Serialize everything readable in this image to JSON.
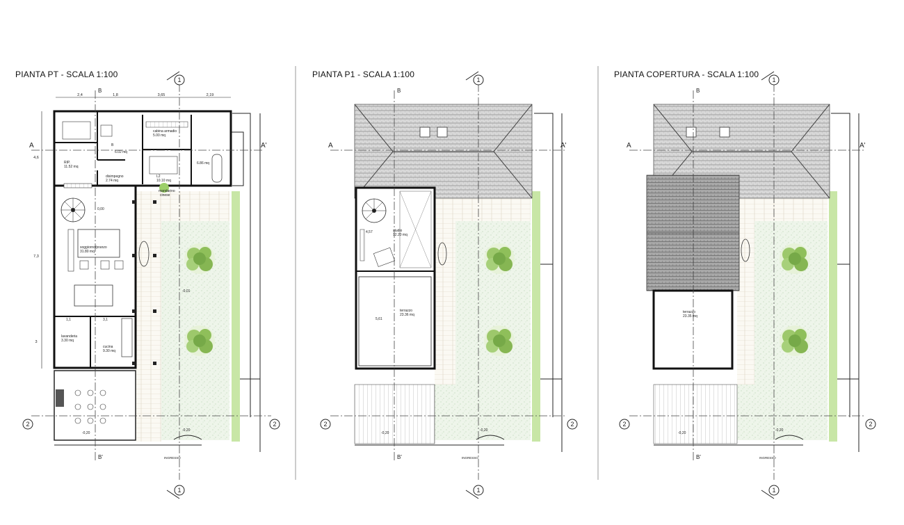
{
  "panels": [
    {
      "title": "PIANTA PT  -  SCALA 1:100",
      "dims_top": [
        "2,4",
        "1,8",
        "3,65",
        "2,19"
      ],
      "dims_left": [
        "4,6",
        "7,3",
        "3"
      ],
      "rooms": [
        {
          "name": "RIP.",
          "area": "11.52 mq"
        },
        {
          "name": "disimpegno",
          "area": "2.74 mq"
        },
        {
          "name": "cabina armadio",
          "area": "5.00 mq"
        },
        {
          "name": "L2",
          "area": "10.10 mq"
        },
        {
          "name": "B",
          "area": "6.02 mq"
        },
        {
          "name": "",
          "area": "6.86 mq"
        },
        {
          "name": "soggiorno/pranzo",
          "area": "31.80 mq"
        },
        {
          "name": "lavanderia",
          "area": "3.30 mq"
        },
        {
          "name": "cucina",
          "area": "9.30 mq"
        },
        {
          "name": "mandarino",
          "area": "cinese"
        }
      ],
      "marks": [
        "1,1",
        "3,1",
        "0,00",
        "-0,01",
        "-0,20",
        "-0,20"
      ],
      "entry": "INGRESSO"
    },
    {
      "title": "PIANTA P1  -  SCALA 1:100",
      "rooms": [
        {
          "name": "studio",
          "area": "12.20 mq"
        },
        {
          "name": "terrazzo",
          "area": "23.36 mq"
        }
      ],
      "marks": [
        "4,57",
        "5,61",
        "-0,20",
        "-0,20"
      ],
      "entry": "INGRESSO"
    },
    {
      "title": "PIANTA COPERTURA  -  SCALA 1:100",
      "rooms": [
        {
          "name": "terrazzo",
          "area": "23.35 mq"
        }
      ],
      "marks": [
        "-0,20",
        "-0,20"
      ],
      "entry": "INGRESSO"
    }
  ],
  "section_marks": {
    "a": "A",
    "a_prime": "A'",
    "b": "B",
    "b_prime": "B'",
    "one": "1",
    "two": "2"
  },
  "colors": {
    "line": "#222222",
    "dash": "#444444",
    "roof": "#8a8a8a",
    "green": "#9ccf6a",
    "tree": "#6fae3a",
    "paving": "#c9c0a8"
  }
}
